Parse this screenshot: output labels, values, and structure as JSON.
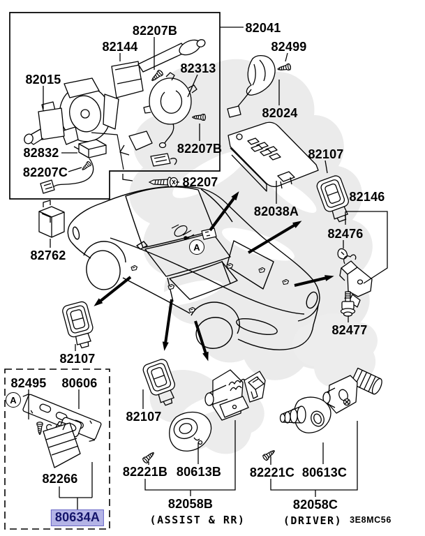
{
  "diagram_code": "3E8MC56",
  "callout_letter": "A",
  "highlight": {
    "background": "#b4b4e6",
    "border": "#6a67c8",
    "text": "#14146a",
    "selected_part": "80634A"
  },
  "labels": {
    "t82207b_top": "82207B",
    "t82144": "82144",
    "t82313": "82313",
    "t82015": "82015",
    "t82832": "82832",
    "t82207c": "82207C",
    "t82207b_bot": "82207B",
    "t82207": "82207",
    "t82041": "82041",
    "t82499": "82499",
    "t82024": "82024",
    "t82038a": "82038A",
    "t82107_right": "82107",
    "t82146": "82146",
    "t82476": "82476",
    "t82477": "82477",
    "t82762": "82762",
    "t82107_left": "82107",
    "t82495": "82495",
    "t80606": "80606",
    "t82266": "82266",
    "t80634a": "80634A",
    "t82107_mid": "82107",
    "t82221b": "82221B",
    "t80613b": "80613B",
    "t82058b": "82058B",
    "cap_assist": "(ASSIST & RR)",
    "t82221c": "82221C",
    "t80613c": "80613C",
    "t82058c": "82058C",
    "cap_driver": "(DRIVER)"
  }
}
